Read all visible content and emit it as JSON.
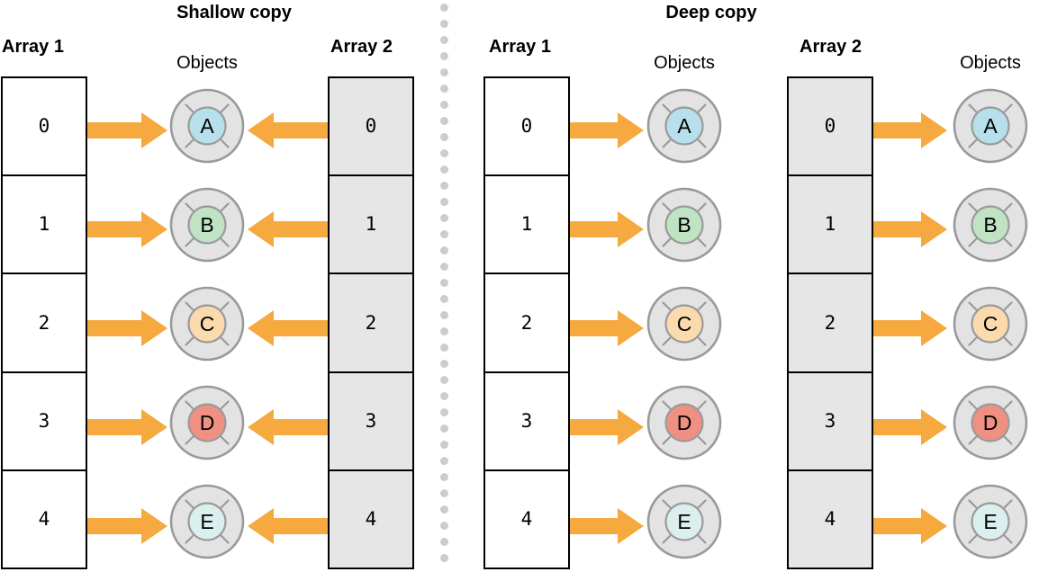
{
  "colors": {
    "arrow": "#f5a93f",
    "arrow_stroke": "#f0a037",
    "ring_fill": "#e3e3e3",
    "ring_stroke": "#9a9a9a",
    "cell_white": "#ffffff",
    "cell_grey": "#e6e6e6",
    "border": "#000000",
    "divider_dot": "#cccccc",
    "obj_a": "#b8e0ec",
    "obj_b": "#bfe3c3",
    "obj_c": "#fbdbad",
    "obj_d": "#ef9083",
    "obj_e": "#dcefef"
  },
  "panels": [
    {
      "id": "shallow",
      "title": "Shallow copy",
      "arrays": [
        {
          "id": "shallow-array-1",
          "label": "Array 1",
          "style": "white",
          "cells": [
            "0",
            "1",
            "2",
            "3",
            "4"
          ]
        },
        {
          "id": "shallow-array-2",
          "label": "Array 2",
          "style": "grey",
          "cells": [
            "0",
            "1",
            "2",
            "3",
            "4"
          ]
        }
      ],
      "object_columns": [
        {
          "id": "shallow-objects",
          "label": "Objects",
          "objects": [
            {
              "letter": "A",
              "color": "#b8e0ec"
            },
            {
              "letter": "B",
              "color": "#bfe3c3"
            },
            {
              "letter": "C",
              "color": "#fbdbad"
            },
            {
              "letter": "D",
              "color": "#ef9083"
            },
            {
              "letter": "E",
              "color": "#dcefef"
            }
          ]
        }
      ]
    },
    {
      "id": "deep",
      "title": "Deep copy",
      "arrays": [
        {
          "id": "deep-array-1",
          "label": "Array 1",
          "style": "white",
          "cells": [
            "0",
            "1",
            "2",
            "3",
            "4"
          ]
        },
        {
          "id": "deep-array-2",
          "label": "Array 2",
          "style": "grey",
          "cells": [
            "0",
            "1",
            "2",
            "3",
            "4"
          ]
        }
      ],
      "object_columns": [
        {
          "id": "deep-objects-1",
          "label": "Objects",
          "objects": [
            {
              "letter": "A",
              "color": "#b8e0ec"
            },
            {
              "letter": "B",
              "color": "#bfe3c3"
            },
            {
              "letter": "C",
              "color": "#fbdbad"
            },
            {
              "letter": "D",
              "color": "#ef9083"
            },
            {
              "letter": "E",
              "color": "#dcefef"
            }
          ]
        },
        {
          "id": "deep-objects-2",
          "label": "Objects",
          "objects": [
            {
              "letter": "A",
              "color": "#b8e0ec"
            },
            {
              "letter": "B",
              "color": "#bfe3c3"
            },
            {
              "letter": "C",
              "color": "#fbdbad"
            },
            {
              "letter": "D",
              "color": "#ef9083"
            },
            {
              "letter": "E",
              "color": "#dcefef"
            }
          ]
        }
      ]
    }
  ],
  "labels": {
    "shallow_title": "Shallow copy",
    "deep_title": "Deep copy",
    "array1": "Array 1",
    "array2": "Array 2",
    "objects": "Objects"
  }
}
